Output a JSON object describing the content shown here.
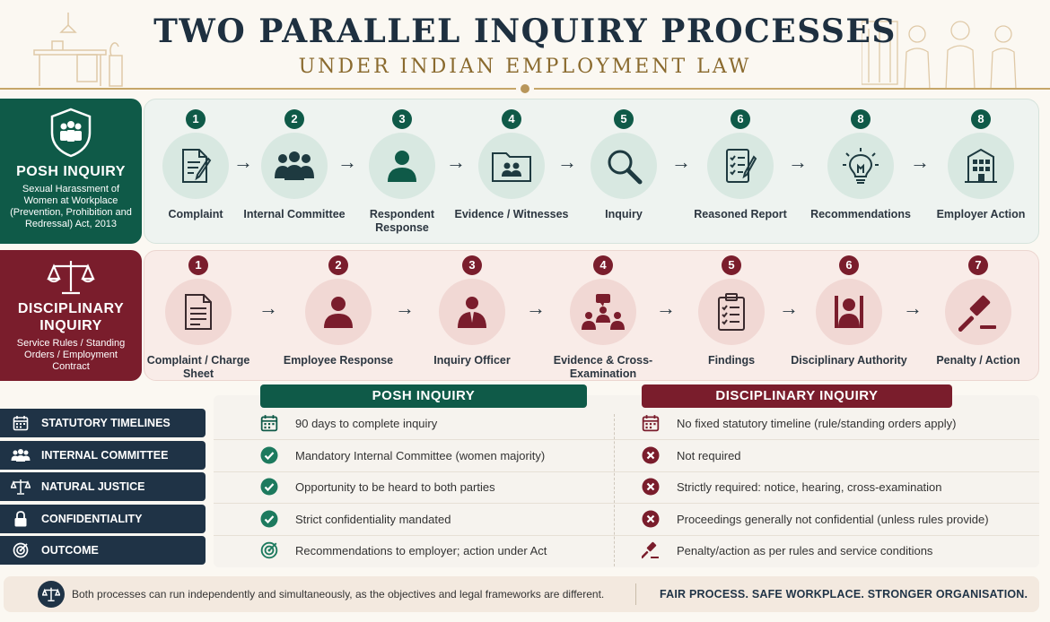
{
  "header": {
    "title": "TWO PARALLEL INQUIRY PROCESSES",
    "subtitle": "UNDER INDIAN EMPLOYMENT LAW"
  },
  "colors": {
    "posh": "#0f5a48",
    "disciplinary": "#7a1d2c",
    "navy": "#1f3346",
    "gold": "#b8965a"
  },
  "posh": {
    "title": "POSH INQUIRY",
    "subtitle": "Sexual Harassment of Women at Workplace (Prevention, Prohibition and Redressal) Act, 2013",
    "icon": "shield-people-icon",
    "steps": [
      {
        "num": "1",
        "label": "Complaint",
        "icon": "document-pen-icon"
      },
      {
        "num": "2",
        "label": "Internal Committee",
        "icon": "group-icon"
      },
      {
        "num": "3",
        "label": "Respondent Response",
        "icon": "person-icon"
      },
      {
        "num": "4",
        "label": "Evidence / Witnesses",
        "icon": "folder-people-icon"
      },
      {
        "num": "5",
        "label": "Inquiry",
        "icon": "magnifier-icon"
      },
      {
        "num": "6",
        "label": "Reasoned Report",
        "icon": "report-icon"
      },
      {
        "num": "8",
        "label": "Recommendations",
        "icon": "lightbulb-icon"
      },
      {
        "num": "8",
        "label": "Employer Action",
        "icon": "building-icon"
      }
    ]
  },
  "disciplinary": {
    "title": "DISCIPLINARY INQUIRY",
    "subtitle": "Service Rules / Standing Orders / Employment Contract",
    "icon": "scales-icon",
    "steps": [
      {
        "num": "1",
        "label": "Complaint / Charge Sheet",
        "icon": "document-icon"
      },
      {
        "num": "2",
        "label": "Employee Response",
        "icon": "person-icon"
      },
      {
        "num": "3",
        "label": "Inquiry Officer",
        "icon": "officer-icon"
      },
      {
        "num": "4",
        "label": "Evidence & Cross-Examination",
        "icon": "discussion-icon"
      },
      {
        "num": "5",
        "label": "Findings",
        "icon": "clipboard-icon"
      },
      {
        "num": "6",
        "label": "Disciplinary Authority",
        "icon": "authority-icon"
      },
      {
        "num": "7",
        "label": "Penalty / Action",
        "icon": "gavel-icon"
      }
    ]
  },
  "comparison": {
    "posh_header": "POSH INQUIRY",
    "disc_header": "DISCIPLINARY INQUIRY",
    "rows": [
      {
        "label": "STATUTORY TIMELINES",
        "label_icon": "calendar-icon",
        "posh": "90 days to complete inquiry",
        "posh_icon": "calendar-icon",
        "disc": "No fixed statutory timeline (rule/standing orders apply)",
        "disc_icon": "calendar-icon"
      },
      {
        "label": "INTERNAL COMMITTEE",
        "label_icon": "group-icon",
        "posh": "Mandatory Internal Committee (women majority)",
        "posh_icon": "check-icon",
        "disc": "Not required",
        "disc_icon": "cross-icon"
      },
      {
        "label": "NATURAL JUSTICE",
        "label_icon": "scales-icon",
        "posh": "Opportunity to be heard to both parties",
        "posh_icon": "check-icon",
        "disc": "Strictly required: notice, hearing, cross-examination",
        "disc_icon": "cross-icon"
      },
      {
        "label": "CONFIDENTIALITY",
        "label_icon": "lock-icon",
        "posh": "Strict confidentiality mandated",
        "posh_icon": "check-icon",
        "disc": "Proceedings generally not confidential (unless rules provide)",
        "disc_icon": "cross-icon"
      },
      {
        "label": "OUTCOME",
        "label_icon": "target-icon",
        "posh": "Recommendations to employer; action under Act",
        "posh_icon": "target-icon",
        "disc": "Penalty/action as per rules and service conditions",
        "disc_icon": "gavel-icon"
      }
    ]
  },
  "footer": {
    "note": "Both processes can run independently and simultaneously, as the objectives and legal frameworks are different.",
    "tagline": "FAIR PROCESS. SAFE WORKPLACE. STRONGER ORGANISATION.",
    "icon": "scales-icon"
  }
}
